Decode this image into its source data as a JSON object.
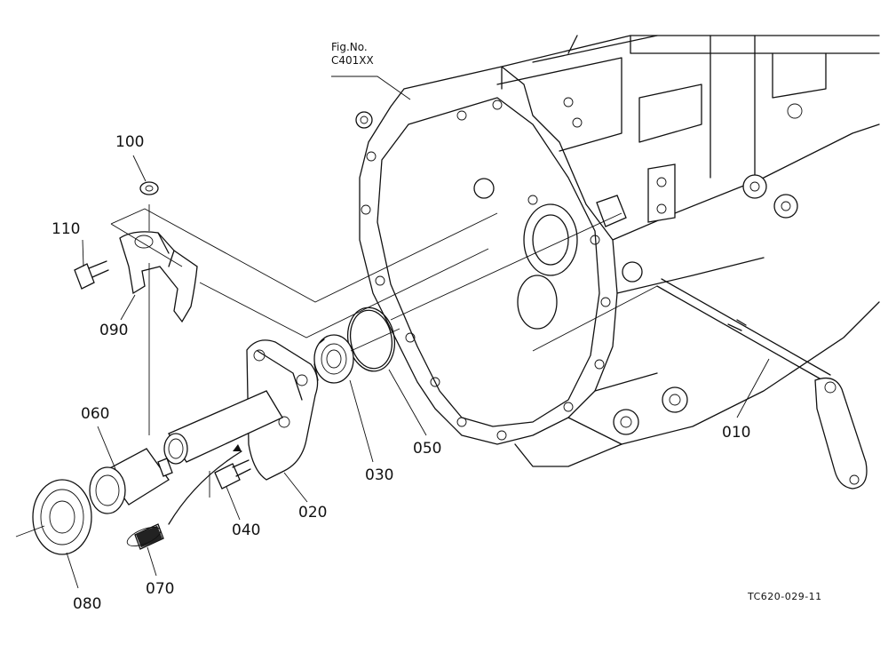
{
  "figure": {
    "fig_label": "Fig.No.",
    "fig_code": "C401XX",
    "drawing_code": "TC620-029-11"
  },
  "parts": [
    {
      "id": "p100",
      "number": "100"
    },
    {
      "id": "p110",
      "number": "110"
    },
    {
      "id": "p090",
      "number": "090"
    },
    {
      "id": "p060",
      "number": "060"
    },
    {
      "id": "p080",
      "number": "080"
    },
    {
      "id": "p070",
      "number": "070"
    },
    {
      "id": "p040",
      "number": "040"
    },
    {
      "id": "p020",
      "number": "020"
    },
    {
      "id": "p030",
      "number": "030"
    },
    {
      "id": "p050",
      "number": "050"
    },
    {
      "id": "p010",
      "number": "010"
    }
  ]
}
